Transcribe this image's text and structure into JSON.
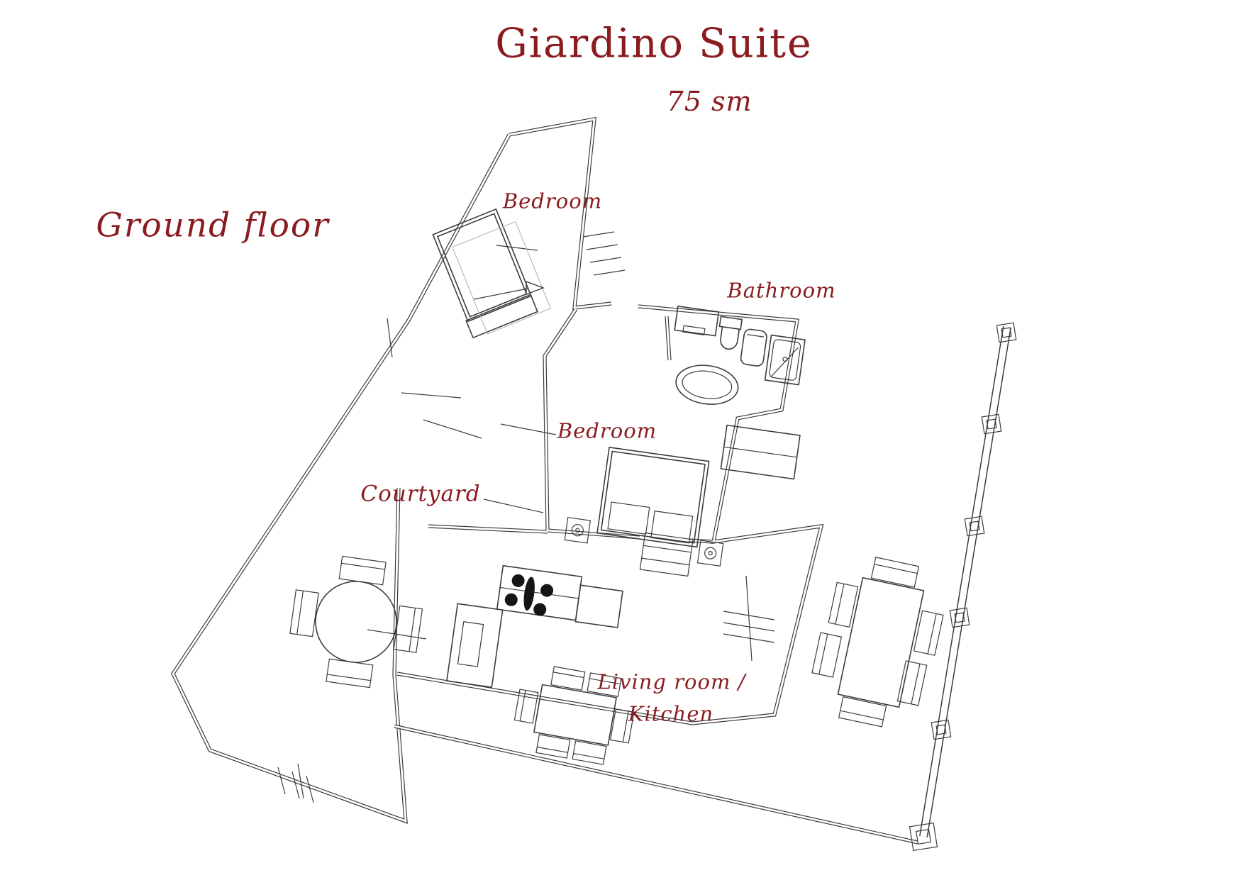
{
  "title": "Giardino Suite",
  "area_label": "75 sm",
  "floor_label": "Ground floor",
  "rooms": {
    "bedroom_top": {
      "label": "Bedroom"
    },
    "bathroom": {
      "label": "Bathroom"
    },
    "bedroom_main": {
      "label": "Bedroom"
    },
    "courtyard": {
      "label": "Courtyard"
    },
    "living_kitchen": {
      "line1": "Living room /",
      "line2": "Kitchen"
    }
  },
  "colors": {
    "accent": "#8a1c21",
    "line": "#3c3c3c",
    "ink": "#151515",
    "ghost": "#bbbbbb",
    "background": "#ffffff"
  },
  "furniture_icons": [
    "single-bed-icon",
    "entrance-arrow-icon",
    "washbasin-cabinet-icon",
    "toilet-icon",
    "bidet-icon",
    "shower-icon",
    "oval-sink-icon",
    "double-bed-icon",
    "nightstand-icon",
    "dresser-icon",
    "steps-icon",
    "stove-four-burners-icon",
    "kitchen-counter-icon",
    "round-table-four-chairs-icon",
    "dining-table-six-chairs-icon",
    "outdoor-table-six-chairs-icon",
    "fence-post-icon"
  ]
}
